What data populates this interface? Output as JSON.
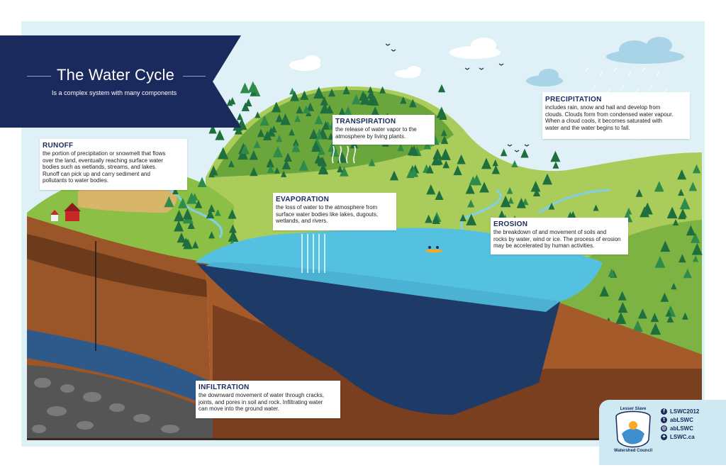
{
  "title": "The Water Cycle",
  "subtitle": "Is a complex system with many components",
  "callouts": {
    "runoff": {
      "heading": "RUNOFF",
      "lines": [
        "the portion of precipitation or snowmelt that flows",
        "over the land, eventually reaching surface water",
        "bodies such as wetlands, streams, and lakes.",
        "Runoff can pick up and carry sediment and",
        "pollutants to water bodies."
      ]
    },
    "transpiration": {
      "heading": "TRANSPIRATION",
      "lines": [
        "the release of water vapor to the",
        "atmosphere by living plants."
      ]
    },
    "evaporation": {
      "heading": "EVAPORATION",
      "lines": [
        "the loss of water to the atmosphere from",
        "surface water bodies like lakes, dugouts,",
        "wetlands, and rivers."
      ]
    },
    "precipitation": {
      "heading": "PRECIPITATION",
      "lines": [
        "includes rain, snow and hail and develop from",
        "clouds. Clouds form from condensed water vapour.",
        "When a cloud cools, it becomes saturated with",
        "water and the water begins to fall."
      ]
    },
    "erosion": {
      "heading": "EROSION",
      "lines": [
        "the breakdown of and movement of soils and",
        "rocks by water, wind or ice. The process of erosion",
        "may be accelerated by human activities."
      ]
    },
    "infiltration": {
      "heading": "INFILTRATION",
      "lines": [
        "the downward movement of water through cracks,",
        "joints, and pores in soil and rock. Infiltrating water",
        "can move into the ground water."
      ]
    }
  },
  "logo": {
    "top_text": "Lesser Slave",
    "bottom_text": "Watershed Council"
  },
  "social": [
    {
      "icon": "facebook-icon",
      "glyph": "f",
      "handle": "LSWC2012"
    },
    {
      "icon": "twitter-icon",
      "glyph": "t",
      "handle": "abLSWC"
    },
    {
      "icon": "instagram-icon",
      "glyph": "◎",
      "handle": "abLSWC"
    },
    {
      "icon": "globe-icon",
      "glyph": "✦",
      "handle": "LSWC.ca"
    }
  ],
  "colors": {
    "navy": "#1b2a5c",
    "sky": "#dff0f7",
    "lake": "#55c1e0",
    "deep_water": "#1e3a66",
    "forest_green": "#7cb342",
    "tree_dark": "#1f6e3d",
    "soil": "#9a5528",
    "rock": "#555555"
  }
}
